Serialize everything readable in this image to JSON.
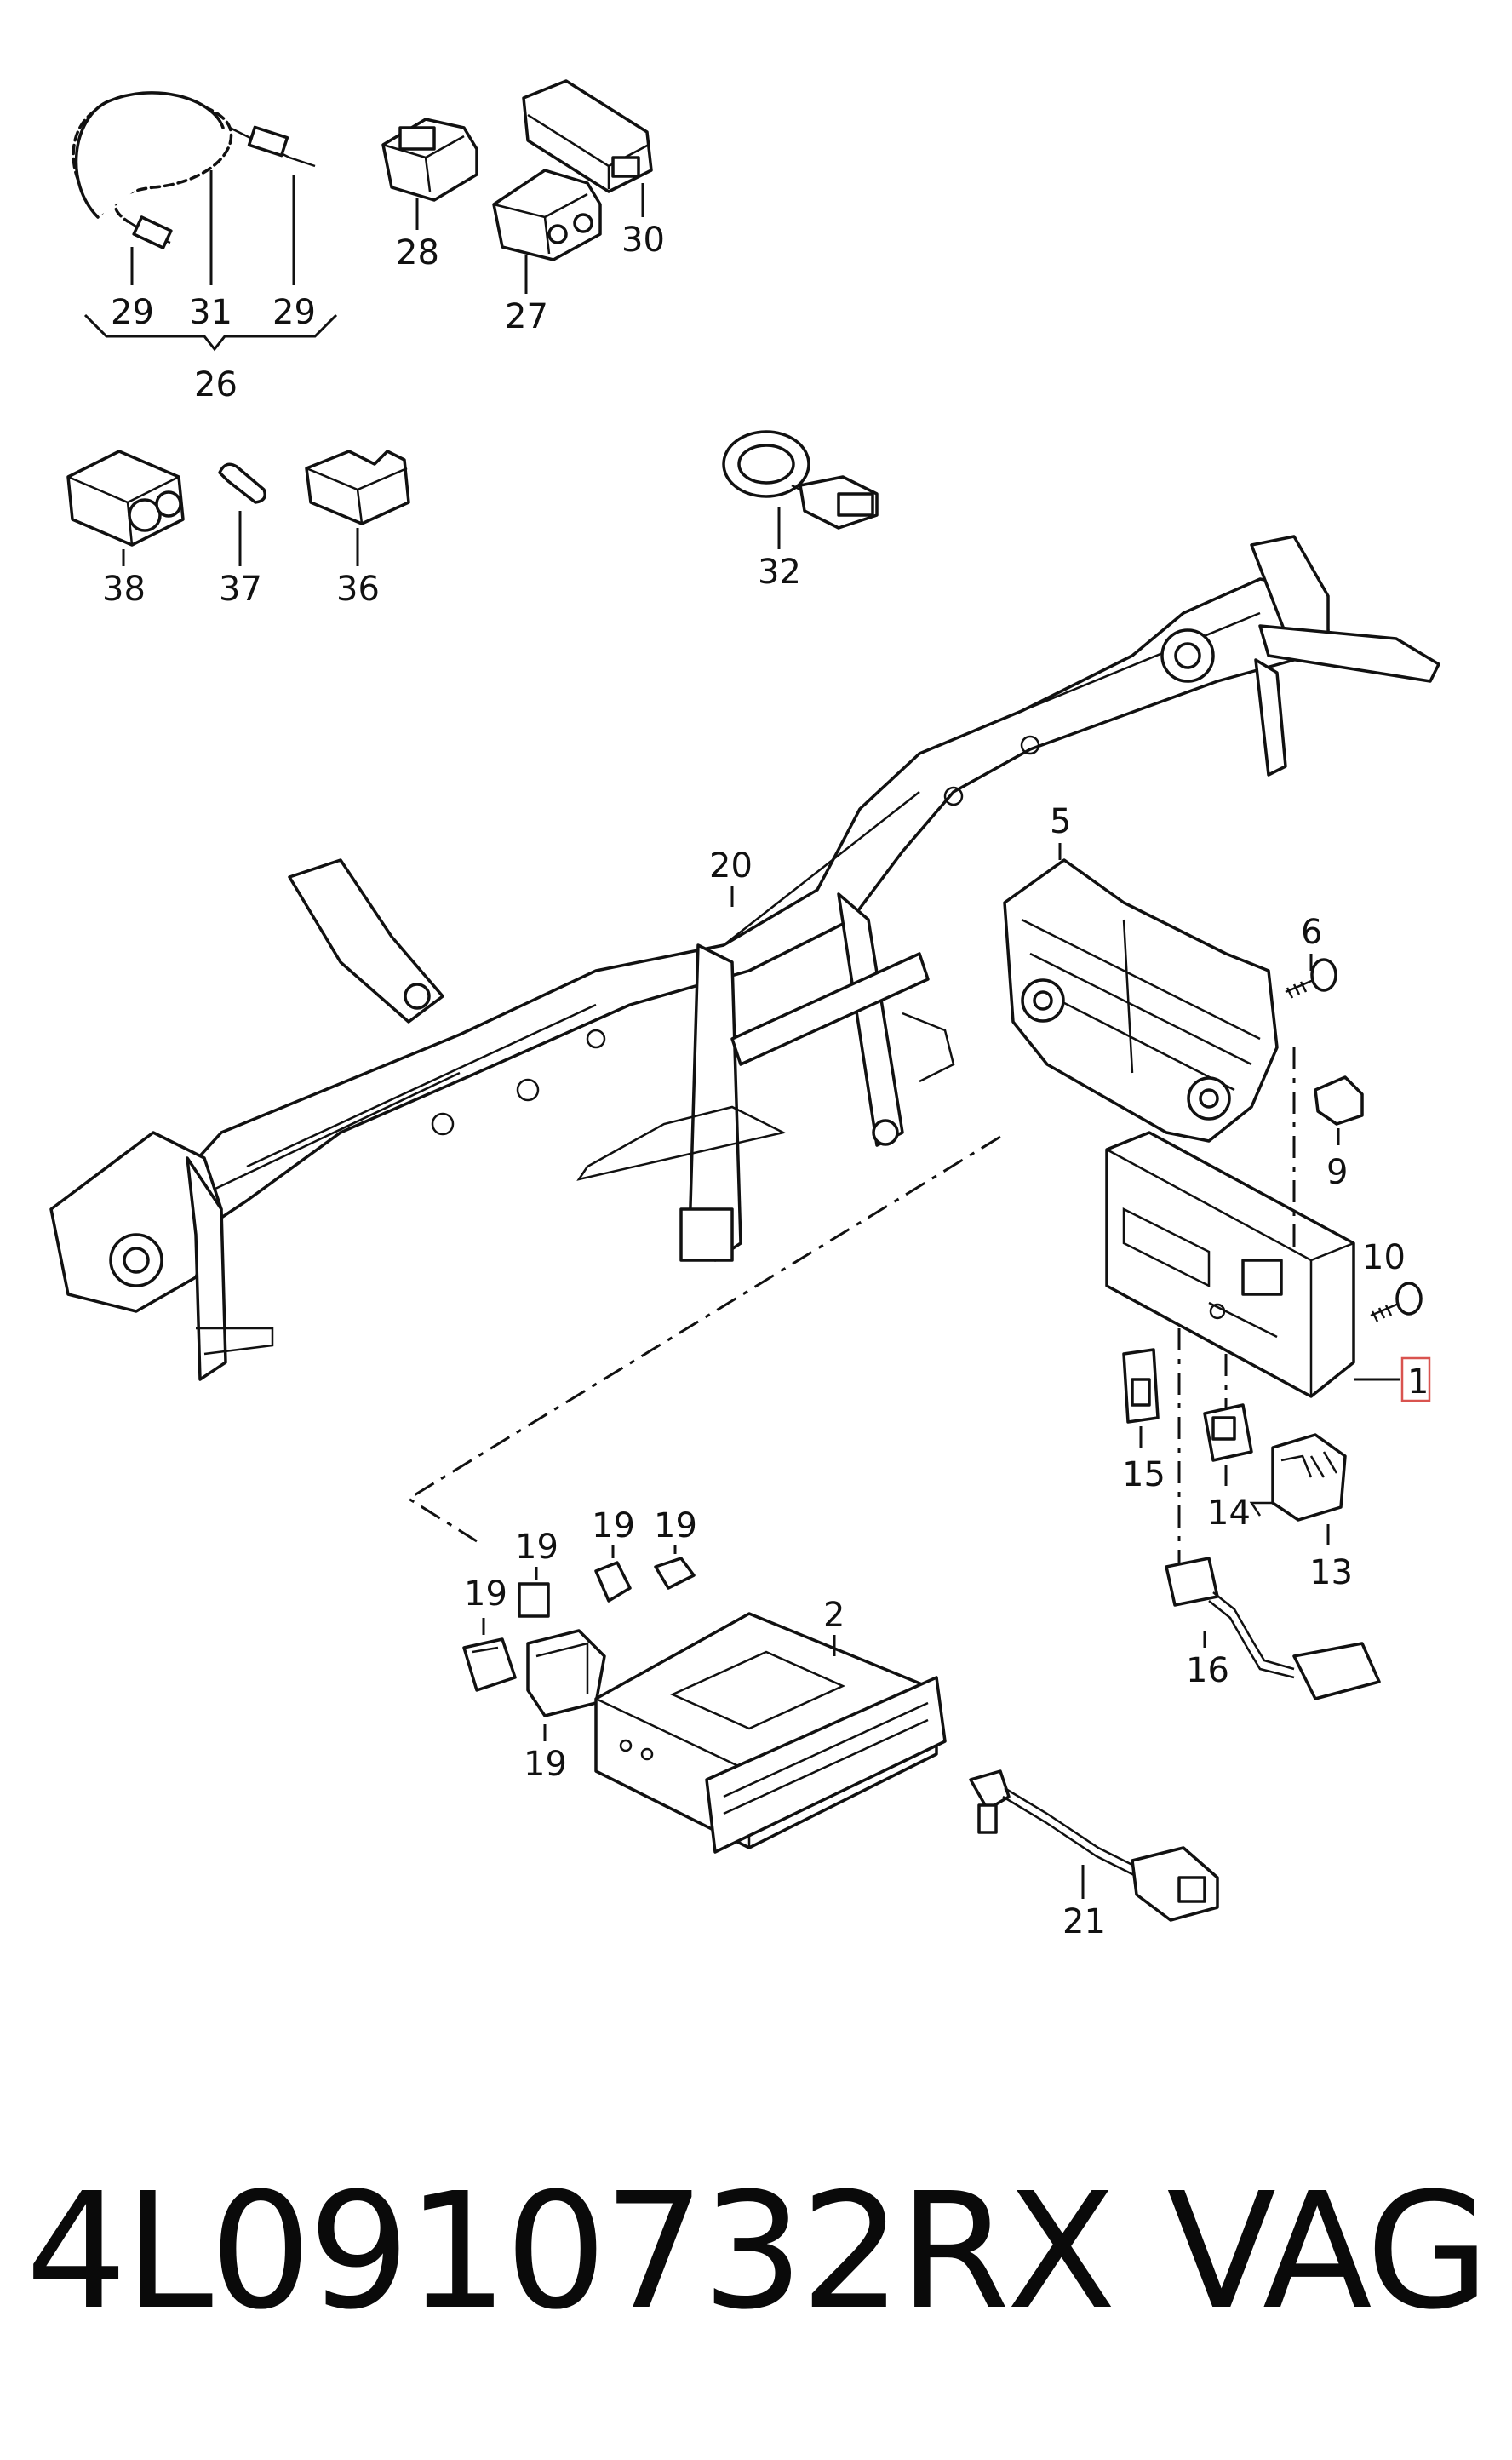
{
  "callouts": {
    "c29a": "29",
    "c31": "31",
    "c29b": "29",
    "c26": "26",
    "c28": "28",
    "c27": "27",
    "c30": "30",
    "c38": "38",
    "c37": "37",
    "c36": "36",
    "c32": "32",
    "c20": "20",
    "c5": "5",
    "c6": "6",
    "c9": "9",
    "c10": "10",
    "c1": "1",
    "c15": "15",
    "c14": "14",
    "c13": "13",
    "c16": "16",
    "c19a": "19",
    "c19b": "19",
    "c19c": "19",
    "c19d": "19",
    "c19e": "19",
    "c2": "2",
    "c21": "21"
  },
  "highlight_color": "#d9534f",
  "footer": {
    "part_number": "4L0910732RX",
    "brand": "VAG"
  }
}
